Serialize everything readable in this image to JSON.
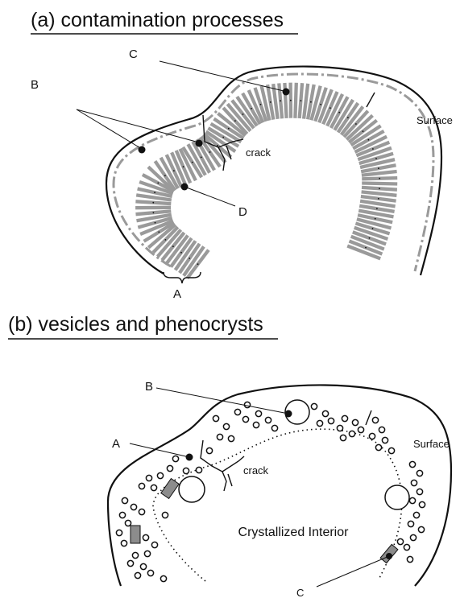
{
  "panel_a": {
    "title": "(a) contamination processes",
    "labels": {
      "A": "A",
      "B": "B",
      "C": "C",
      "D": "D",
      "crack": "crack",
      "surface": "Surface"
    }
  },
  "panel_b": {
    "title": "(b) vesicles and phenocrysts",
    "labels": {
      "A": "A",
      "B": "B",
      "C": "C",
      "crack": "crack",
      "surface": "Surface",
      "interior": "Crystallized Interior"
    }
  },
  "colors": {
    "ink": "#111111",
    "crystal_band": "#9a9a9a",
    "phenocryst": "#8c8c8c"
  }
}
